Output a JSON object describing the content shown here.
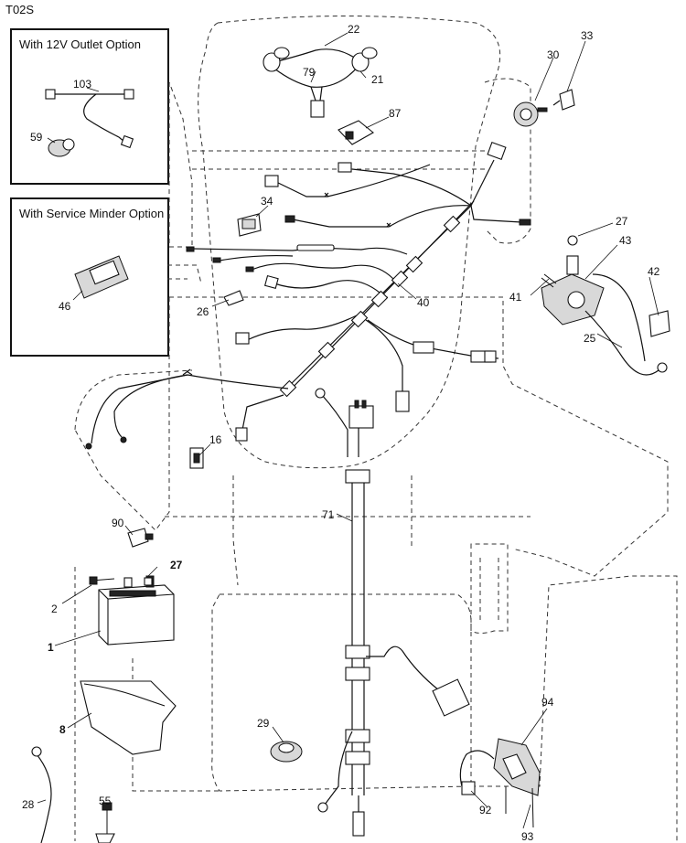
{
  "page_code": "T02S",
  "options": {
    "outlet_title": "With 12V Outlet Option",
    "minder_title": "With Service Minder Option"
  },
  "callouts": {
    "c1": "1",
    "c2": "2",
    "c8": "8",
    "c16": "16",
    "c21": "21",
    "c22": "22",
    "c25": "25",
    "c26": "26",
    "c27a": "27",
    "c27b": "27",
    "c28": "28",
    "c29": "29",
    "c30": "30",
    "c33": "33",
    "c34": "34",
    "c40": "40",
    "c41": "41",
    "c42": "42",
    "c43": "43",
    "c46": "46",
    "c55": "55",
    "c59": "59",
    "c71": "71",
    "c79": "79",
    "c87": "87",
    "c90": "90",
    "c92": "92",
    "c93": "93",
    "c94": "94",
    "c103": "103"
  }
}
